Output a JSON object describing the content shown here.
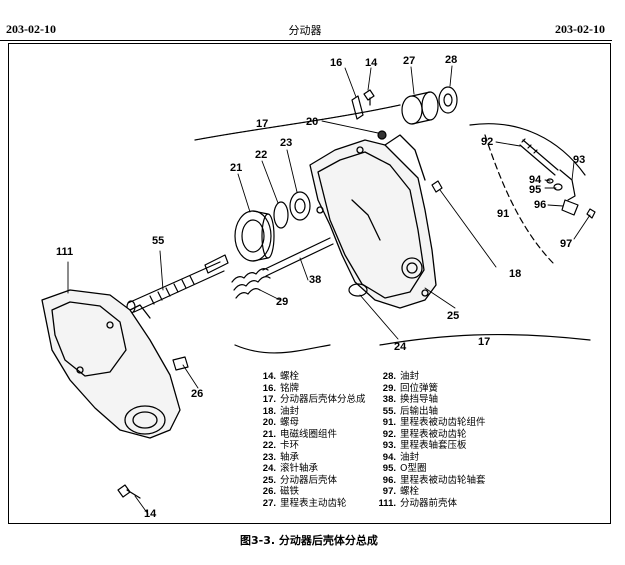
{
  "header": {
    "left_date": "203-02-10",
    "center_title": "分动器",
    "right_date": "203-02-10"
  },
  "callouts": {
    "c16": "16",
    "c14_top": "14",
    "c27": "27",
    "c28": "28",
    "c17_top": "17",
    "c20": "20",
    "c92": "92",
    "c93": "93",
    "c94": "94",
    "c95": "95",
    "c96": "96",
    "c91": "91",
    "c97": "97",
    "c21": "21",
    "c22": "22",
    "c23": "23",
    "c111": "111",
    "c55": "55",
    "c38": "38",
    "c29": "29",
    "c18": "18",
    "c25": "25",
    "c24": "24",
    "c17_bottom": "17",
    "c26": "26",
    "c14_bottom": "14"
  },
  "legend_left": [
    {
      "num": "14.",
      "text": "螺栓"
    },
    {
      "num": "16.",
      "text": "铭牌"
    },
    {
      "num": "17.",
      "text": "分动器后壳体分总成"
    },
    {
      "num": "18.",
      "text": "油封"
    },
    {
      "num": "20.",
      "text": "螺母"
    },
    {
      "num": "21.",
      "text": "电磁线圈组件"
    },
    {
      "num": "22.",
      "text": "卡环"
    },
    {
      "num": "23.",
      "text": "轴承"
    },
    {
      "num": "24.",
      "text": "滚针轴承"
    },
    {
      "num": "25.",
      "text": "分动器后壳体"
    },
    {
      "num": "26.",
      "text": "磁铁"
    },
    {
      "num": "27.",
      "text": "里程表主动齿轮"
    }
  ],
  "legend_right": [
    {
      "num": "28.",
      "text": "油封"
    },
    {
      "num": "29.",
      "text": "回位弹簧"
    },
    {
      "num": "38.",
      "text": "换挡导轴"
    },
    {
      "num": "55.",
      "text": "后输出轴"
    },
    {
      "num": "91.",
      "text": "里程表被动齿轮组件"
    },
    {
      "num": "92.",
      "text": "里程表被动齿轮"
    },
    {
      "num": "93.",
      "text": "里程表轴套压板"
    },
    {
      "num": "94.",
      "text": "油封"
    },
    {
      "num": "95.",
      "text": "O型圈"
    },
    {
      "num": "96.",
      "text": "里程表被动齿轮轴套"
    },
    {
      "num": "97.",
      "text": "螺栓"
    },
    {
      "num": "111.",
      "text": "分动器前壳体"
    }
  ],
  "caption": "图3-3. 分动器后壳体分总成"
}
